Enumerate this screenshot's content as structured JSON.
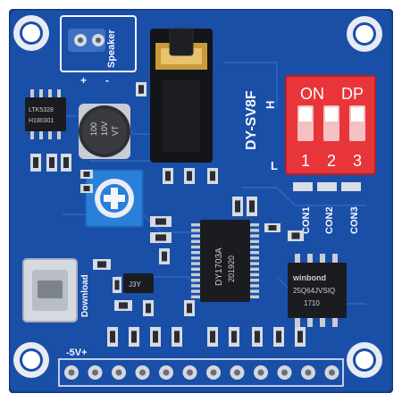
{
  "board": {
    "model_label": "DY-SV8F",
    "mode_h": "H",
    "mode_l": "L",
    "speaker_label": "Speaker",
    "plus": "+",
    "minus": "-",
    "download_label": "Download",
    "power_label": "-5V+"
  },
  "dip_switch": {
    "on_label": "ON",
    "dp_label": "DP",
    "positions": [
      "1",
      "2",
      "3"
    ],
    "body_color": "#e8353a"
  },
  "connectors": {
    "con1": "CON1",
    "con2": "CON2",
    "con3": "CON3"
  },
  "chips": {
    "main_line1": "DY1703A",
    "main_line2": "201920",
    "flash_brand": "winbond",
    "flash_line1": "25Q64JVSIQ",
    "flash_line2": "1710",
    "amp_line1": "LTK5328",
    "amp_line2": "H180301",
    "reg_label": "J3Y"
  },
  "capacitor": {
    "line1": "100",
    "line2": "10V",
    "line3": "VT"
  },
  "colors": {
    "pcb": "#1a4fa8",
    "pcb_edge": "#0f3a86",
    "gold": "#d8b25a",
    "pot_blue": "#2a7fd9"
  }
}
